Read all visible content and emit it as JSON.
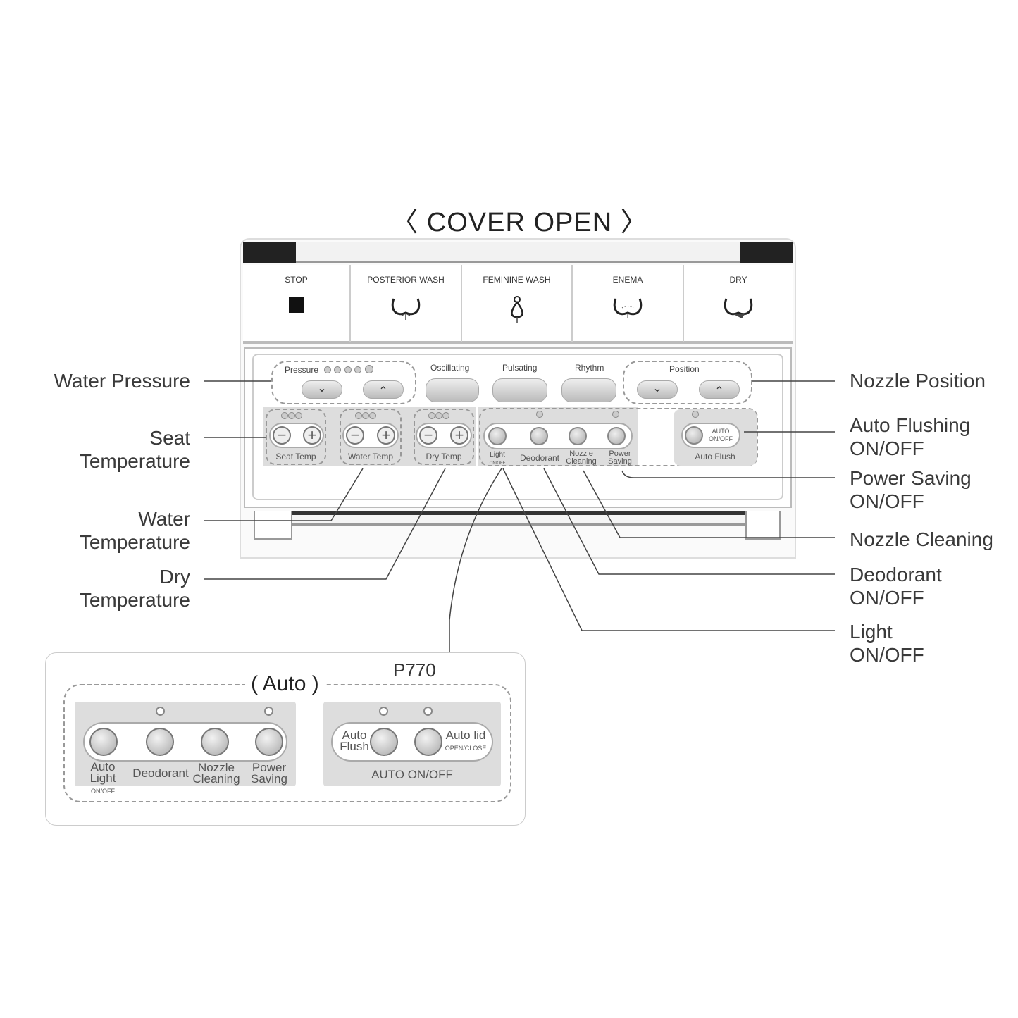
{
  "title": "〈 COVER OPEN 〉",
  "wash_buttons": [
    {
      "label": "STOP",
      "icon": "stop-icon"
    },
    {
      "label": "POSTERIOR WASH",
      "icon": "posterior-wash-icon"
    },
    {
      "label": "FEMININE WASH",
      "icon": "feminine-wash-icon"
    },
    {
      "label": "ENEMA",
      "icon": "enema-icon"
    },
    {
      "label": "DRY",
      "icon": "dry-icon"
    }
  ],
  "panel": {
    "pressure": "Pressure",
    "oscillating": "Oscillating",
    "pulsating": "Pulsating",
    "rhythm": "Rhythm",
    "position": "Position",
    "down_arrow": "⌄",
    "up_arrow": "⌃",
    "seat_temp": "Seat Temp",
    "water_temp": "Water Temp",
    "dry_temp": "Dry Temp",
    "minus": "−",
    "plus": "+",
    "light": "Light",
    "light_sub": "ON/OFF",
    "deodorant": "Deodorant",
    "nozzle_cleaning": "Nozzle Cleaning",
    "power_saving": "Power Saving",
    "auto_onoff": "AUTO ON/OFF",
    "auto_flush": "Auto Flush"
  },
  "callouts_left": {
    "water_pressure": "Water Pressure",
    "seat_temperature": "Seat\nTemperature",
    "water_temperature": "Water\nTemperature",
    "dry_temperature": "Dry\nTemperature"
  },
  "callouts_right": {
    "nozzle_position": "Nozzle Position",
    "auto_flushing": "Auto Flushing\nON/OFF",
    "power_saving": "Power Saving\nON/OFF",
    "nozzle_cleaning": "Nozzle Cleaning",
    "deodorant": "Deodorant\nON/OFF",
    "light": "Light\nON/OFF"
  },
  "auto_box": {
    "model": "P770",
    "heading": "( Auto )",
    "auto_light": "Auto Light",
    "auto_light_sub": "ON/OFF",
    "deodorant": "Deodorant",
    "nozzle_cleaning": "Nozzle Cleaning",
    "power_saving": "Power Saving",
    "auto_flush": "Auto Flush",
    "auto_lid": "Auto lid",
    "auto_lid_sub": "OPEN/CLOSE",
    "auto_onoff": "AUTO ON/OFF"
  }
}
